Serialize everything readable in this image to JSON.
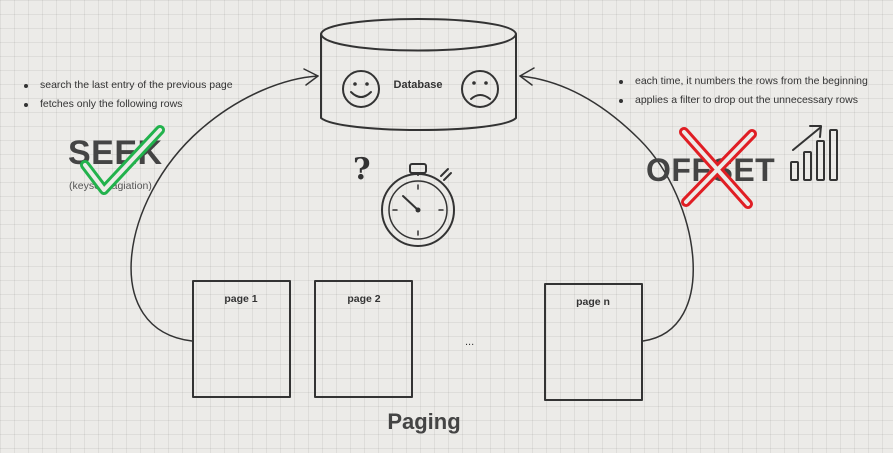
{
  "database": {
    "label": "Database"
  },
  "seek": {
    "bullets": [
      "search the last entry of the previous page",
      "fetches only the following rows"
    ],
    "title": "SEEK",
    "subtitle": "(keyset pagiation)"
  },
  "offset": {
    "bullets": [
      "each time, it numbers the rows from the beginning",
      "applies a filter to drop out the unnecessary rows"
    ],
    "title": "OFFSET"
  },
  "pages": {
    "first": "page 1",
    "second": "page 2",
    "ellipsis": "...",
    "last": "page n"
  },
  "title": "Paging",
  "question_mark": "?",
  "icons": {
    "happy": "smiley-happy-icon",
    "sad": "smiley-sad-icon",
    "check": "check-icon",
    "cross": "cross-icon",
    "stopwatch": "stopwatch-icon",
    "growth": "growth-chart-icon"
  },
  "colors": {
    "check": "#22b24c",
    "cross": "#e01e24",
    "ink": "#333333"
  }
}
